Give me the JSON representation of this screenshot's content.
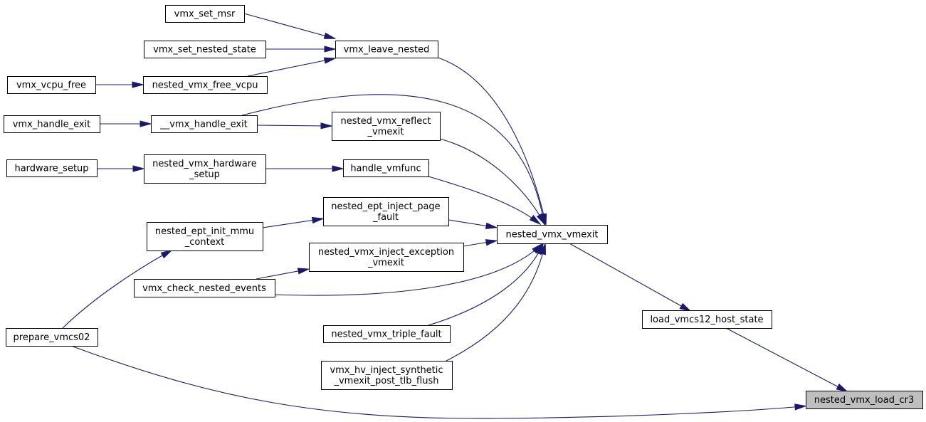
{
  "diagram": {
    "nodes": [
      {
        "id": "vmx_set_msr",
        "lines": [
          "vmx_set_msr"
        ]
      },
      {
        "id": "vmx_set_nested_state",
        "lines": [
          "vmx_set_nested_state"
        ]
      },
      {
        "id": "vmx_leave_nested",
        "lines": [
          "vmx_leave_nested"
        ]
      },
      {
        "id": "vmx_vcpu_free",
        "lines": [
          "vmx_vcpu_free"
        ]
      },
      {
        "id": "nested_vmx_free_vcpu",
        "lines": [
          "nested_vmx_free_vcpu"
        ]
      },
      {
        "id": "vmx_handle_exit",
        "lines": [
          "vmx_handle_exit"
        ]
      },
      {
        "id": "__vmx_handle_exit",
        "lines": [
          "__vmx_handle_exit"
        ]
      },
      {
        "id": "nested_vmx_reflect_vmexit",
        "lines": [
          "nested_vmx_reflect",
          "_vmexit"
        ]
      },
      {
        "id": "hardware_setup",
        "lines": [
          "hardware_setup"
        ]
      },
      {
        "id": "nested_vmx_hardware_setup",
        "lines": [
          "nested_vmx_hardware",
          "_setup"
        ]
      },
      {
        "id": "handle_vmfunc",
        "lines": [
          "handle_vmfunc"
        ]
      },
      {
        "id": "nested_ept_inject_page_fault",
        "lines": [
          "nested_ept_inject_page",
          "_fault"
        ]
      },
      {
        "id": "nested_ept_init_mmu_context",
        "lines": [
          "nested_ept_init_mmu",
          "_context"
        ]
      },
      {
        "id": "nested_vmx_vmexit",
        "lines": [
          "nested_vmx_vmexit"
        ]
      },
      {
        "id": "nested_vmx_inject_exception_vmexit",
        "lines": [
          "nested_vmx_inject_exception",
          "_vmexit"
        ]
      },
      {
        "id": "vmx_check_nested_events",
        "lines": [
          "vmx_check_nested_events"
        ]
      },
      {
        "id": "load_vmcs12_host_state",
        "lines": [
          "load_vmcs12_host_state"
        ]
      },
      {
        "id": "prepare_vmcs02",
        "lines": [
          "prepare_vmcs02"
        ]
      },
      {
        "id": "nested_vmx_triple_fault",
        "lines": [
          "nested_vmx_triple_fault"
        ]
      },
      {
        "id": "vmx_hv_inject_synthetic_vmexit_post_tlb_flush",
        "lines": [
          "vmx_hv_inject_synthetic",
          "_vmexit_post_tlb_flush"
        ]
      },
      {
        "id": "nested_vmx_load_cr3",
        "lines": [
          "nested_vmx_load_cr3"
        ],
        "highlight": true
      }
    ],
    "edges": [
      {
        "from": "vmx_set_msr",
        "to": "vmx_leave_nested"
      },
      {
        "from": "vmx_set_nested_state",
        "to": "vmx_leave_nested"
      },
      {
        "from": "nested_vmx_free_vcpu",
        "to": "vmx_leave_nested"
      },
      {
        "from": "vmx_vcpu_free",
        "to": "nested_vmx_free_vcpu"
      },
      {
        "from": "vmx_handle_exit",
        "to": "__vmx_handle_exit"
      },
      {
        "from": "__vmx_handle_exit",
        "to": "nested_vmx_reflect_vmexit"
      },
      {
        "from": "__vmx_handle_exit",
        "to": "nested_vmx_vmexit"
      },
      {
        "from": "hardware_setup",
        "to": "nested_vmx_hardware_setup"
      },
      {
        "from": "nested_vmx_hardware_setup",
        "to": "handle_vmfunc"
      },
      {
        "from": "nested_ept_init_mmu_context",
        "to": "nested_ept_inject_page_fault"
      },
      {
        "from": "prepare_vmcs02",
        "to": "nested_ept_init_mmu_context"
      },
      {
        "from": "vmx_check_nested_events",
        "to": "nested_vmx_inject_exception_vmexit"
      },
      {
        "from": "vmx_leave_nested",
        "to": "nested_vmx_vmexit"
      },
      {
        "from": "nested_vmx_reflect_vmexit",
        "to": "nested_vmx_vmexit"
      },
      {
        "from": "handle_vmfunc",
        "to": "nested_vmx_vmexit"
      },
      {
        "from": "nested_ept_inject_page_fault",
        "to": "nested_vmx_vmexit"
      },
      {
        "from": "nested_vmx_inject_exception_vmexit",
        "to": "nested_vmx_vmexit"
      },
      {
        "from": "vmx_check_nested_events",
        "to": "nested_vmx_vmexit"
      },
      {
        "from": "nested_vmx_triple_fault",
        "to": "nested_vmx_vmexit"
      },
      {
        "from": "vmx_hv_inject_synthetic_vmexit_post_tlb_flush",
        "to": "nested_vmx_vmexit"
      },
      {
        "from": "nested_vmx_vmexit",
        "to": "load_vmcs12_host_state"
      },
      {
        "from": "load_vmcs12_host_state",
        "to": "nested_vmx_load_cr3"
      },
      {
        "from": "prepare_vmcs02",
        "to": "nested_vmx_load_cr3"
      }
    ]
  }
}
